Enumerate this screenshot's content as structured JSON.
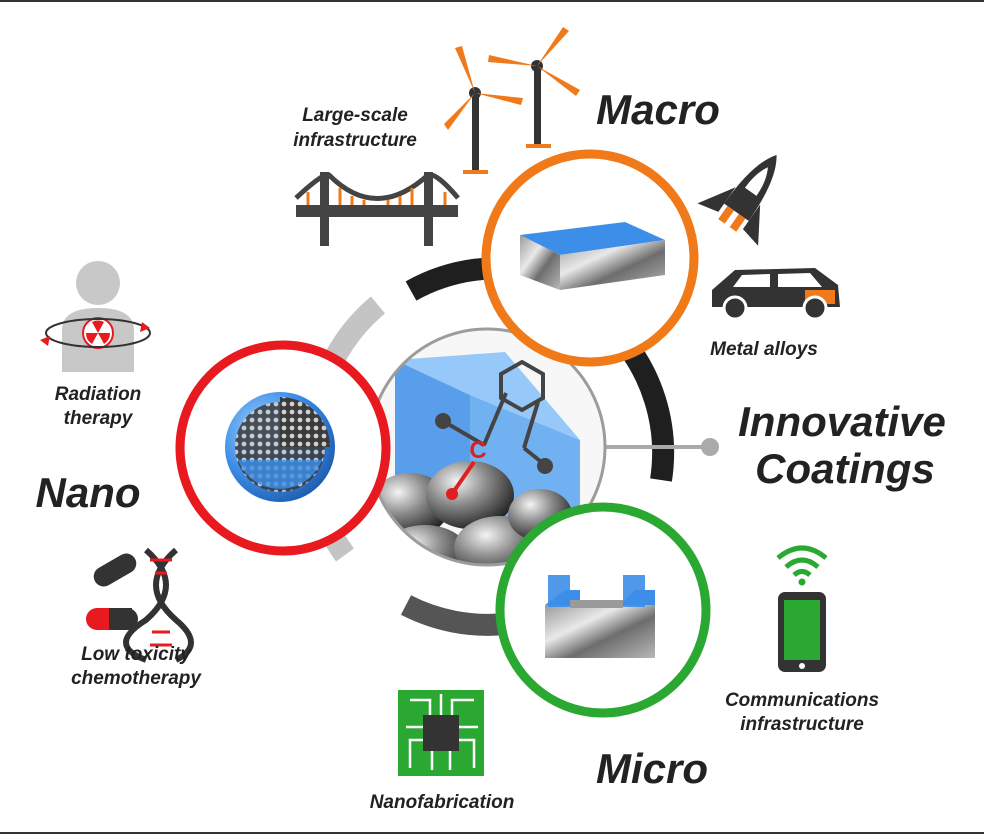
{
  "center": {
    "atom_label": "C",
    "label_line1": "Innovative",
    "label_line2": "Coatings"
  },
  "scales": {
    "macro": "Macro",
    "nano": "Nano",
    "micro": "Micro"
  },
  "applications": {
    "large_scale_1": "Large-scale",
    "large_scale_2": "infrastructure",
    "metal_alloys": "Metal alloys",
    "radiation_1": "Radiation",
    "radiation_2": "therapy",
    "chemo_1": "Low toxicity",
    "chemo_2": "chemotherapy",
    "nanofab": "Nanofabrication",
    "comms_1": "Communications",
    "comms_2": "infrastructure"
  },
  "colors": {
    "macro": "#f07a1a",
    "nano": "#e8191f",
    "micro": "#2aa832",
    "coating_blue": "#3d8ee8",
    "dark": "#333333",
    "ring_gray": "#c8c8c8"
  },
  "icons": [
    "wind-turbine-icon",
    "bridge-icon",
    "space-shuttle-icon",
    "car-icon",
    "radiation-patient-icon",
    "pills-dna-icon",
    "microchip-icon",
    "smartphone-wifi-icon"
  ]
}
